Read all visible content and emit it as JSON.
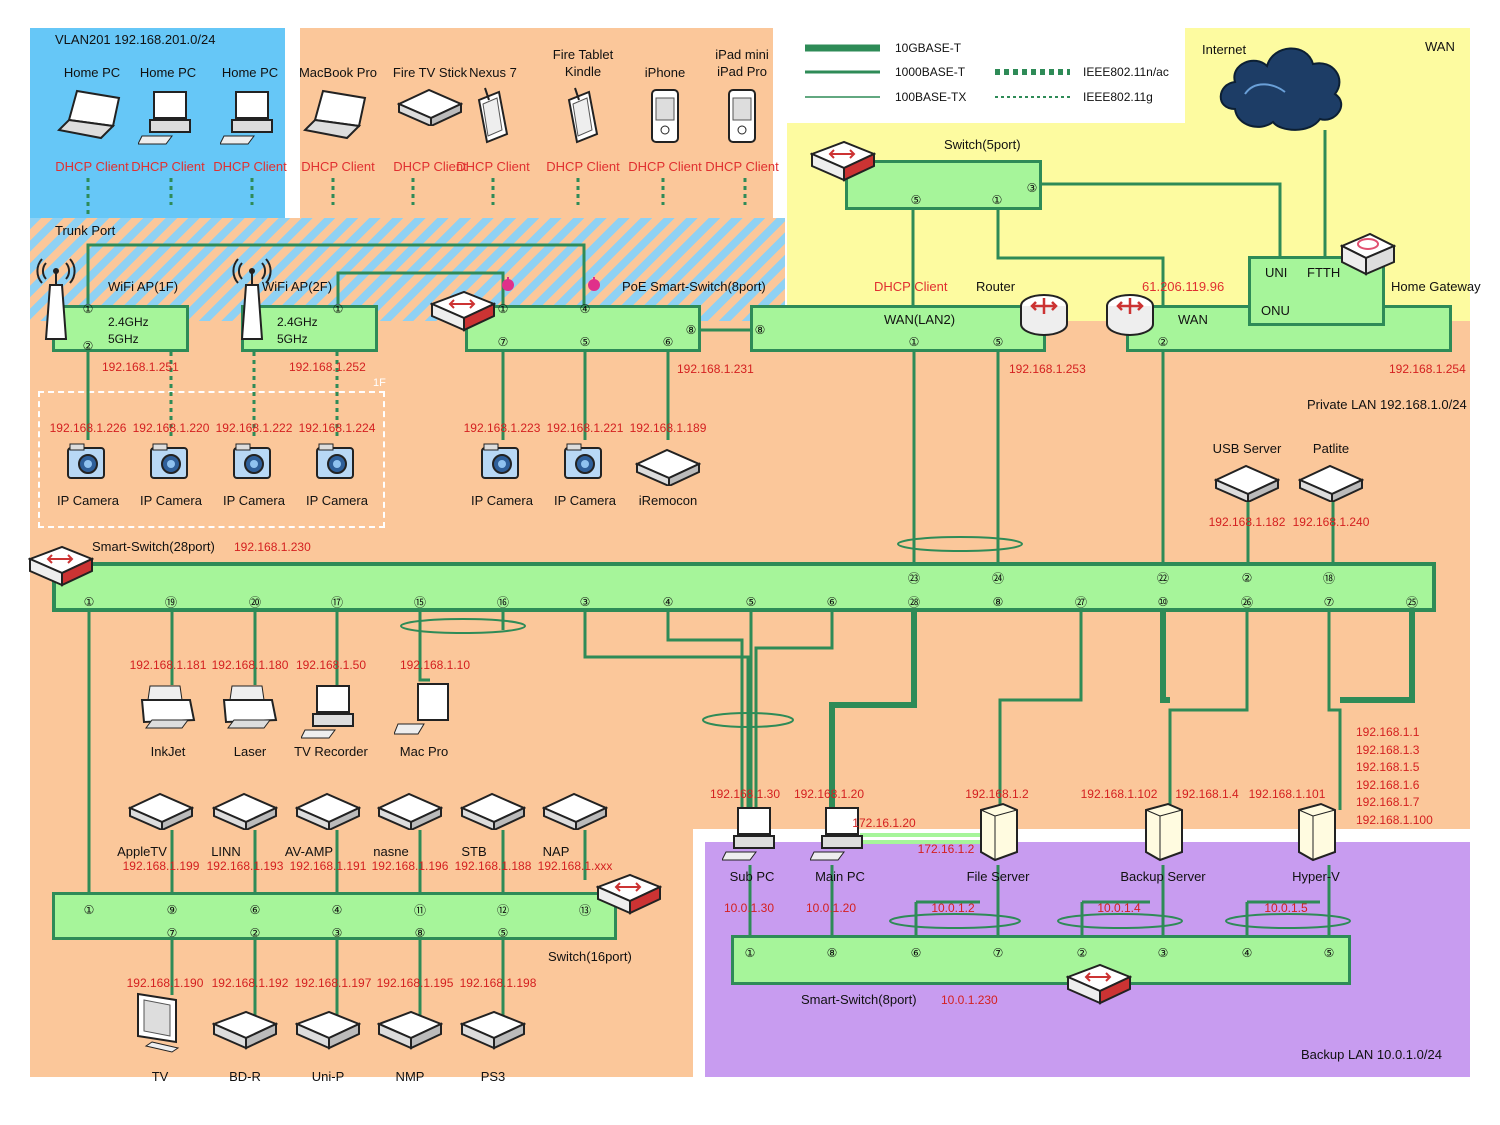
{
  "legend": {
    "items": [
      {
        "label": "10GBASE-T"
      },
      {
        "label": "1000BASE-T"
      },
      {
        "label": "100BASE-TX"
      },
      {
        "label": "IEEE802.11n/ac"
      },
      {
        "label": "IEEE802.11g"
      }
    ]
  },
  "zones": {
    "vlan201": "VLAN201 192.168.201.0/24",
    "wan": "WAN",
    "internet": "Internet",
    "private_lan": "Private LAN 192.168.1.0/24",
    "backup_lan": "Backup LAN 10.0.1.0/24",
    "trunk_port": "Trunk Port",
    "floor1": "1F"
  },
  "wireless_clients": [
    {
      "name": "Home PC",
      "status": "DHCP Client"
    },
    {
      "name": "Home PC",
      "status": "DHCP Client"
    },
    {
      "name": "Home PC",
      "status": "DHCP Client"
    },
    {
      "name": "MacBook Pro",
      "status": "DHCP Client"
    },
    {
      "name": "Fire TV Stick",
      "status": "DHCP Client"
    },
    {
      "name": "Nexus 7",
      "status": "DHCP Client"
    },
    {
      "name": "Fire Tablet\nKindle",
      "status": "DHCP Client"
    },
    {
      "name": "iPhone",
      "status": "DHCP Client"
    },
    {
      "name": "iPad mini\niPad Pro",
      "status": "DHCP Client"
    }
  ],
  "switches": {
    "switch5": {
      "title": "Switch(5port)",
      "ports": [
        "⑤",
        "①",
        "③"
      ]
    },
    "ap1": {
      "title": "WiFi AP(1F)",
      "bands": "2.4GHz\n5GHz",
      "ports": [
        "①",
        "②"
      ],
      "ip": "192.168.1.251"
    },
    "ap2": {
      "title": "WiFi AP(2F)",
      "bands": "2.4GHz\n5GHz",
      "ports": [
        "①"
      ],
      "ip": "192.168.1.252"
    },
    "poe": {
      "title": "PoE Smart-Switch(8port)",
      "ports": [
        "①",
        "④",
        "⑧",
        "⑦",
        "⑤",
        "⑥"
      ],
      "ip": "192.168.1.231"
    },
    "router": {
      "title": "Router",
      "label": "WAN(LAN2)",
      "dhcp": "DHCP Client",
      "ports": [
        "⑧",
        "①",
        "⑤"
      ],
      "ip": "192.168.1.253"
    },
    "gateway": {
      "title": "Home Gateway",
      "wan_ip": "61.206.119.96",
      "wan": "WAN",
      "uni": "UNI",
      "ftth": "FTTH",
      "onu": "ONU",
      "ports": [
        "②"
      ],
      "ip": "192.168.1.254"
    },
    "smart28": {
      "title": "Smart-Switch(28port)",
      "ip": "192.168.1.230",
      "ports_top": [
        "㉓",
        "㉔",
        "㉒",
        "②",
        "⑱"
      ],
      "ports_bottom": [
        "①",
        "⑲",
        "⑳",
        "⑰",
        "⑮",
        "⑯",
        "③",
        "④",
        "⑤",
        "⑥",
        "㉘",
        "⑧",
        "㉗",
        "⑩",
        "㉖",
        "⑦",
        "㉕"
      ]
    },
    "switch16": {
      "title": "Switch(16port)",
      "ports_top": [
        "①",
        "⑨",
        "⑥",
        "④",
        "⑪",
        "⑫",
        "⑬"
      ],
      "ports_bottom": [
        "⑦",
        "②",
        "③",
        "⑧",
        "⑤"
      ]
    },
    "smart8": {
      "title": "Smart-Switch(8port)",
      "ip": "10.0.1.230",
      "ports": [
        "①",
        "⑧",
        "⑥",
        "⑦",
        "②",
        "③",
        "④",
        "⑤"
      ]
    }
  },
  "cameras_ap": [
    {
      "name": "IP Camera",
      "ip": "192.168.1.226"
    },
    {
      "name": "IP Camera",
      "ip": "192.168.1.220"
    },
    {
      "name": "IP Camera",
      "ip": "192.168.1.222"
    },
    {
      "name": "IP Camera",
      "ip": "192.168.1.224"
    }
  ],
  "poe_devices": [
    {
      "name": "IP Camera",
      "ip": "192.168.1.223"
    },
    {
      "name": "IP Camera",
      "ip": "192.168.1.221"
    },
    {
      "name": "iRemocon",
      "ip": "192.168.1.189"
    }
  ],
  "right_devices": [
    {
      "name": "USB Server",
      "ip": "192.168.1.182"
    },
    {
      "name": "Patlite",
      "ip": "192.168.1.240"
    }
  ],
  "mid_devices": [
    {
      "name": "InkJet",
      "ip": "192.168.1.181"
    },
    {
      "name": "Laser",
      "ip": "192.168.1.180"
    },
    {
      "name": "TV Recorder",
      "ip": "192.168.1.50"
    },
    {
      "name": "Mac Pro",
      "ip": "192.168.1.10"
    }
  ],
  "av_devices": [
    {
      "name": "AppleTV",
      "ip": "192.168.1.199"
    },
    {
      "name": "LINN",
      "ip": "192.168.1.193"
    },
    {
      "name": "AV-AMP",
      "ip": "192.168.1.191"
    },
    {
      "name": "nasne",
      "ip": "192.168.1.196"
    },
    {
      "name": "STB",
      "ip": "192.168.1.188"
    },
    {
      "name": "NAP",
      "ip": "192.168.1.xxx"
    }
  ],
  "bottom_devices": [
    {
      "name": "TV",
      "ip": "192.168.1.190"
    },
    {
      "name": "BD-R",
      "ip": "192.168.1.192"
    },
    {
      "name": "Uni-P",
      "ip": "192.168.1.197"
    },
    {
      "name": "NMP",
      "ip": "192.168.1.195"
    },
    {
      "name": "PS3",
      "ip": "192.168.1.198"
    }
  ],
  "servers": [
    {
      "name": "Sub PC",
      "ip": "192.168.1.30",
      "backup_ip": "10.0.1.30"
    },
    {
      "name": "Main PC",
      "ip": "192.168.1.20",
      "backup_ip": "10.0.1.20",
      "extra_ip": "172.16.1.20"
    },
    {
      "name": "File Server",
      "ip": "192.168.1.2",
      "backup_ip": "10.0.1.2",
      "extra_ip": "172.16.1.2"
    },
    {
      "name": "Backup Server",
      "ip": "192.168.1.102",
      "ip2": "192.168.1.4",
      "backup_ip": "10.0.1.4"
    },
    {
      "name": "Hyper-V",
      "ip": "192.168.1.101",
      "backup_ip": "10.0.1.5",
      "extra_ips": [
        "192.168.1.1",
        "192.168.1.3",
        "192.168.1.5",
        "192.168.1.6",
        "192.168.1.7",
        "192.168.1.100"
      ]
    }
  ],
  "colors": {
    "green_line": "#2e8b57",
    "switch_fill": "#a6f59a",
    "vlan": "#66c7f7",
    "orange": "#fbc79a",
    "wan": "#fdfba0",
    "backup": "#c89cf0",
    "red_text": "#d42020"
  }
}
